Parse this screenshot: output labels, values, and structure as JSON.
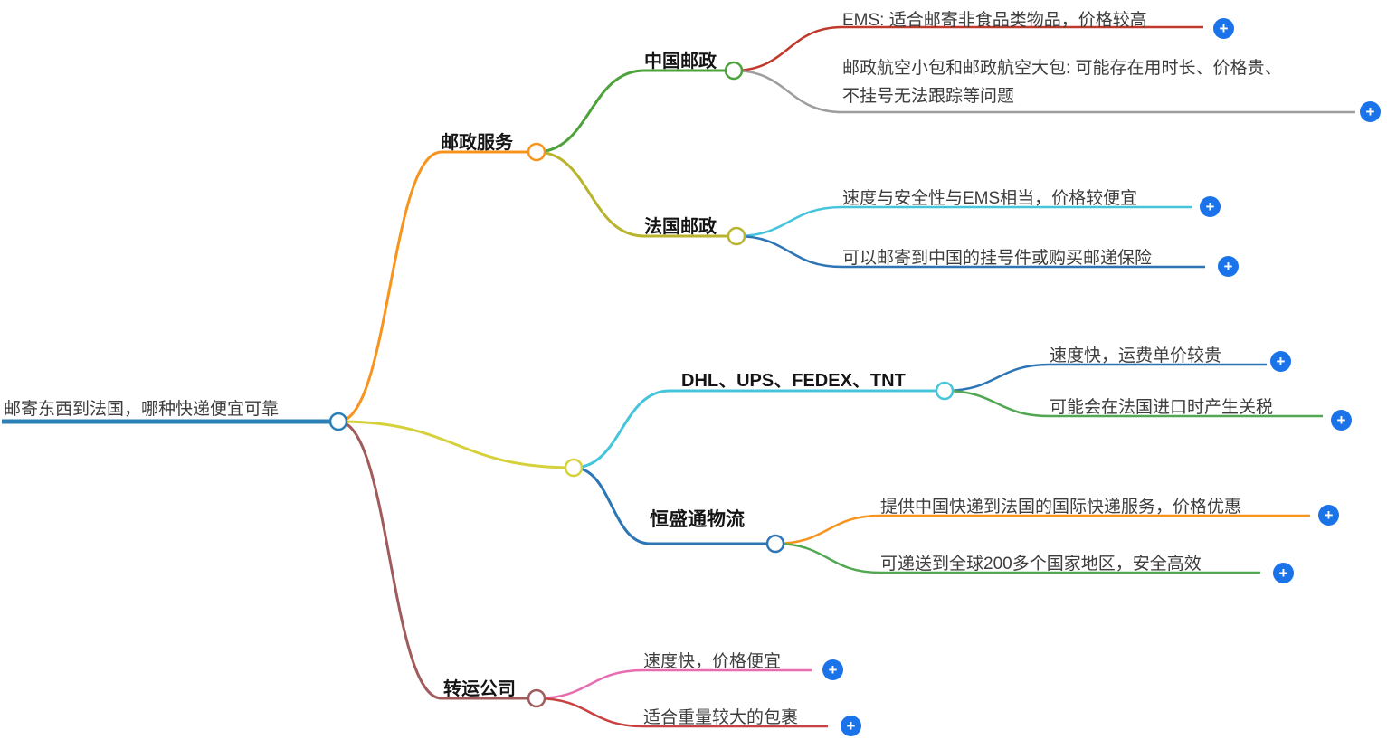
{
  "colors": {
    "root_blue": "#2980b9",
    "branch_orange": "#f7941d",
    "branch_yellow": "#d6d13b",
    "branch_brown": "#a05c5c",
    "green": "#4ea23c",
    "olive": "#b8b42e",
    "cyan": "#45c5dc",
    "steel_blue": "#2e75b6",
    "leaf_green": "#52a852",
    "red": "#c0392b",
    "gray": "#9e9e9e",
    "pink": "#e86cb0",
    "dark_red": "#c94141",
    "plus_badge_blue": "#1a73e8"
  },
  "icons": {
    "plus": "+"
  },
  "root": {
    "label": "邮寄东西到法国，哪种快递便宜可靠"
  },
  "postal": {
    "label": "邮政服务",
    "china_post": {
      "label": "中国邮政",
      "leaves": [
        {
          "label": "EMS: 适合邮寄非食品类物品，价格较高"
        },
        {
          "label": "邮政航空小包和邮政航空大包: 可能存在用时长、价格贵、不挂号无法跟踪等问题"
        }
      ]
    },
    "france_post": {
      "label": "法国邮政",
      "leaves": [
        {
          "label": "速度与安全性与EMS相当，价格较便宜"
        },
        {
          "label": "可以邮寄到中国的挂号件或购买邮递保险"
        }
      ]
    }
  },
  "express": {
    "dhl": {
      "label": "DHL、UPS、FEDEX、TNT",
      "leaves": [
        {
          "label": "速度快，运费单价较贵"
        },
        {
          "label": "可能会在法国进口时产生关税"
        }
      ]
    },
    "hengshengtong": {
      "label": "恒盛通物流",
      "leaves": [
        {
          "label": "提供中国快递到法国的国际快递服务，价格优惠"
        },
        {
          "label": "可递送到全球200多个国家地区，安全高效"
        }
      ]
    }
  },
  "forwarding": {
    "label": "转运公司",
    "leaves": [
      {
        "label": "速度快，价格便宜"
      },
      {
        "label": "适合重量较大的包裹"
      }
    ]
  }
}
